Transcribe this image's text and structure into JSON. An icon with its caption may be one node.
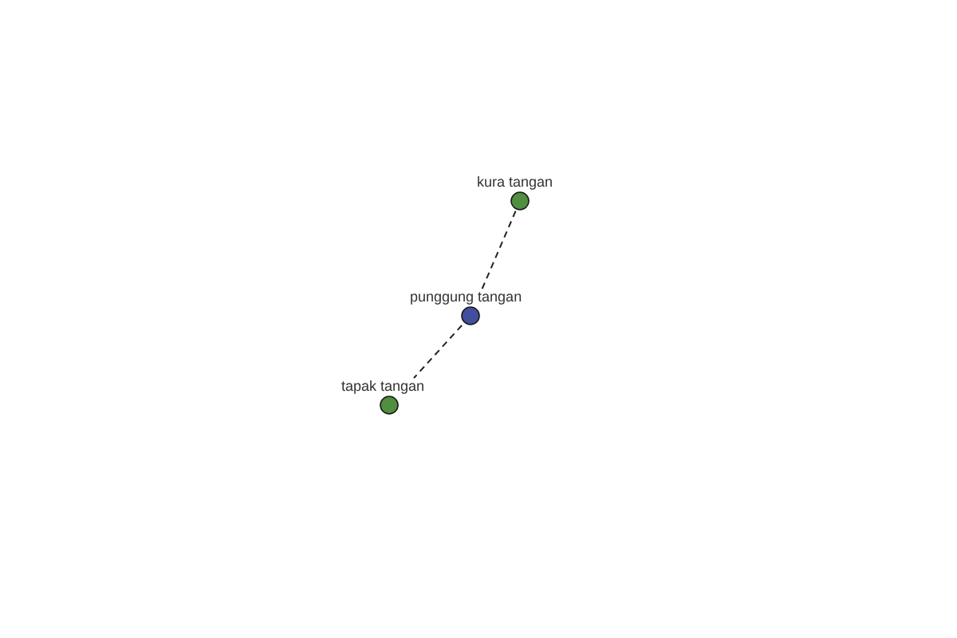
{
  "diagram": {
    "nodes": [
      {
        "text": [],
        "shape": "circle",
        "beside": [
          "kura tangan"
        ]
      },
      {
        "text": [],
        "shape": "circle",
        "beside": [
          "punggung tangan"
        ]
      },
      {
        "text": [],
        "shape": "circle",
        "beside": [
          "tapak tangan"
        ]
      }
    ],
    "edges": [
      {
        "from": 1,
        "to": 0,
        "arrow": "none",
        "style": "dashed"
      },
      {
        "from": 1,
        "to": 2,
        "arrow": "none",
        "style": "dashed"
      }
    ]
  }
}
